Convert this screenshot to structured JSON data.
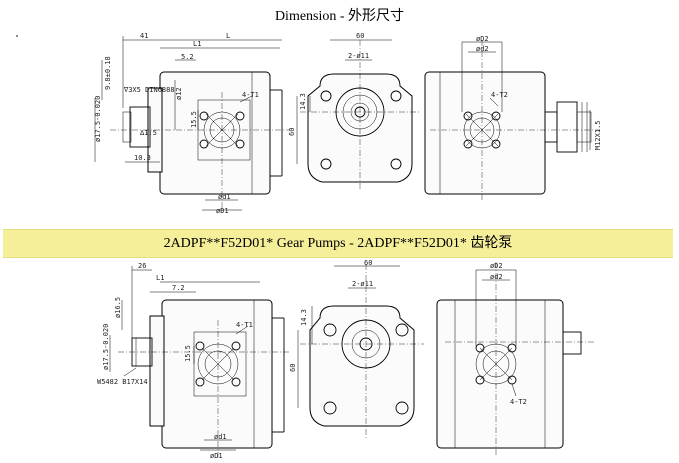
{
  "header": {
    "title": "Dimension - 外形尺寸"
  },
  "band": {
    "text": "2ADPF**F52D01* Gear Pumps - 2ADPF**F52D01*  齿轮泵"
  },
  "top_front": {
    "d41": "41",
    "dL1": "L1",
    "dL": "L",
    "d52": "5.2",
    "d98": "9.8±0.18",
    "d12": "ø12",
    "thread": "∇3X5 DIN6888",
    "taper": "∆1:5",
    "dia": "ø17.5-0.020",
    "d103": "10.3",
    "t1": "4-T1",
    "d155": "15.5",
    "dd1": "ød1",
    "dD1": "øD1"
  },
  "top_flange": {
    "d60": "60",
    "d211": "2-ø11",
    "d143": "14.3",
    "d60v": "60"
  },
  "top_rear": {
    "dD2": "øD2",
    "dd2": "ød2",
    "t2": "4-T2",
    "m12": "M12X1.5"
  },
  "bot_front": {
    "d26": "26",
    "dL1": "L1",
    "d72": "7.2",
    "d165": "ø16.5",
    "dia": "ø17.5-0.020",
    "spline": "W5482 B17X14",
    "t1": "4-T1",
    "d155": "15.5",
    "dd1": "ød1",
    "dD1": "øD1"
  },
  "bot_flange": {
    "d60": "60",
    "d211": "2-ø11",
    "d143": "14.3",
    "d60v": "60"
  },
  "bot_rear": {
    "dD2": "øD2",
    "dd2": "ød2",
    "t2": "4-T2"
  }
}
